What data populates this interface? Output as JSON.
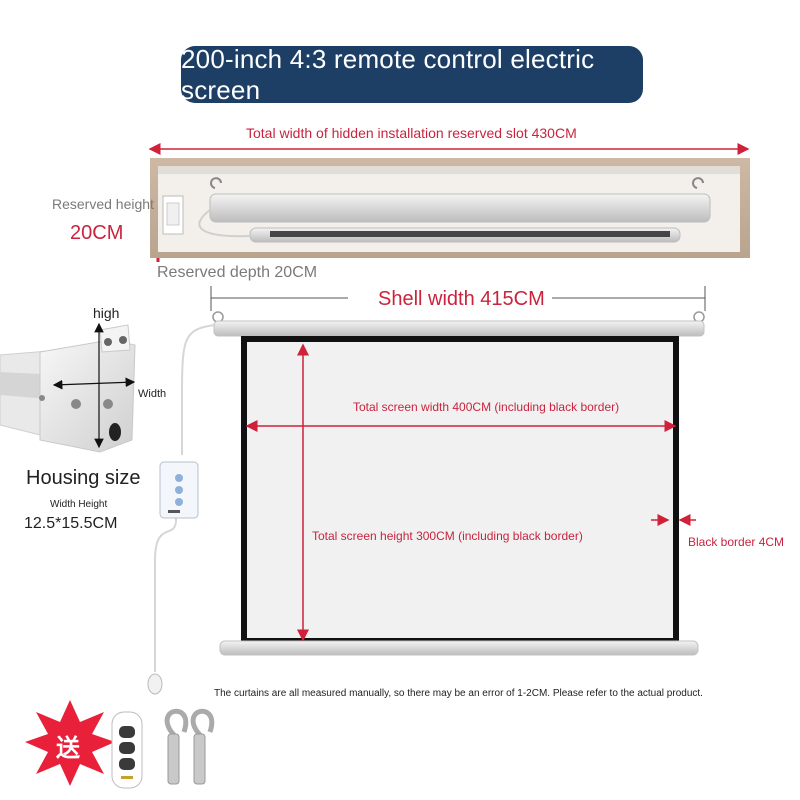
{
  "title": "200-inch 4:3 remote control electric screen",
  "labels": {
    "slot_width": "Total width of hidden installation reserved slot 430CM",
    "reserved_height": "Reserved height",
    "reserved_height_value": "20CM",
    "reserved_depth": "Reserved depth 20CM",
    "shell_width": "Shell width 415CM",
    "screen_width": "Total screen width 400CM (including black border)",
    "screen_height": "Total screen height 300CM (including black border)",
    "black_border": "Black border 4CM",
    "housing_high": "high",
    "housing_width": "Width",
    "housing_size_title": "Housing size",
    "housing_size_sub": "Width Height",
    "housing_size_value": "12.5*15.5CM",
    "disclaimer": "The curtains are all measured manually, so there may be an error of 1-2CM. Please refer to the actual product.",
    "gift_char": "送"
  },
  "colors": {
    "title_bg": "#1d3f66",
    "accent_red": "#c8243e",
    "gift_burst": "#e8203a"
  },
  "icons": {
    "remote": "remote-control-icon",
    "hooks": "hooks-icon",
    "gift": "gift-burst-icon"
  }
}
